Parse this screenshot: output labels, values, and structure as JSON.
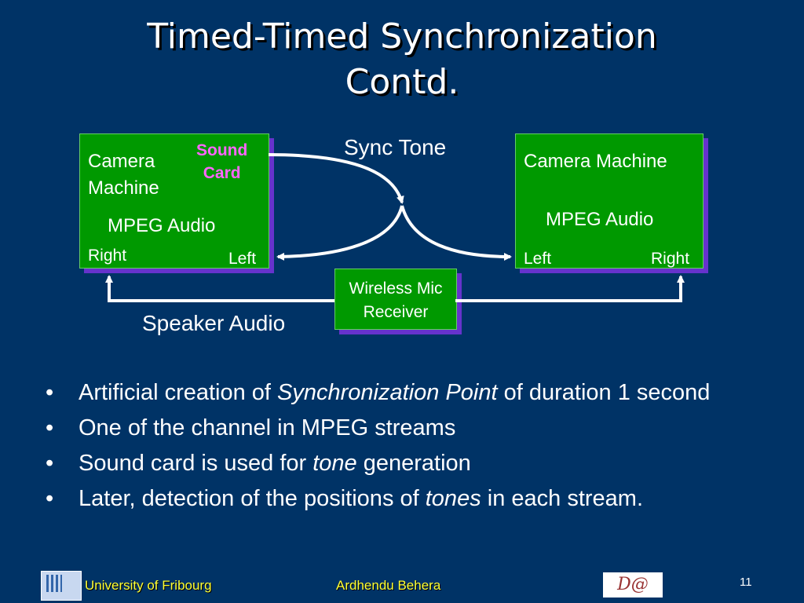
{
  "slide": {
    "title_line1": "Timed-Timed Synchronization",
    "title_line2": "Contd.",
    "page_number": "11"
  },
  "diagram": {
    "left_machine": {
      "name": "Camera\nMachine",
      "sound_card": "Sound\nCard",
      "audio": "MPEG Audio",
      "right": "Right",
      "left": "Left"
    },
    "right_machine": {
      "name": "Camera Machine",
      "audio": "MPEG Audio",
      "left": "Left",
      "right": "Right"
    },
    "receiver": "Wireless Mic\nReceiver",
    "sync_tone": "Sync Tone",
    "speaker_audio": "Speaker Audio"
  },
  "bullets": [
    {
      "before": "Artificial creation of ",
      "italic": "Synchronization Point",
      "after": " of duration 1 second"
    },
    {
      "before": "One of the channel in MPEG streams",
      "italic": "",
      "after": ""
    },
    {
      "before": "Sound card is used for ",
      "italic": "tone",
      "after": " generation"
    },
    {
      "before": "Later, detection of the positions of ",
      "italic": "tones",
      "after": " in each stream."
    }
  ],
  "bullet_char": "•",
  "footer": {
    "university": "University of Fribourg",
    "author": "Ardhendu Behera",
    "logo_text": "D@"
  },
  "colors": {
    "background": "#003366",
    "box_fill": "#009900",
    "box_shadow": "#6633cc",
    "sound_card_text": "#ff66ff",
    "footer_text": "#ffff33"
  }
}
